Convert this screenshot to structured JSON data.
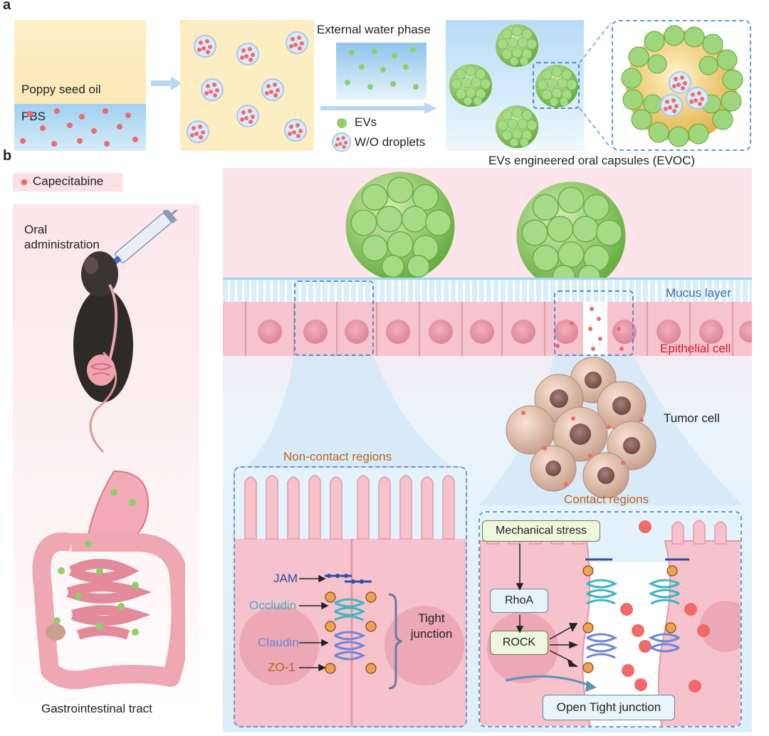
{
  "panel_a": {
    "letter": "a",
    "oil_label": "Poppy seed oil",
    "pbs_label": "PBS",
    "external_water_label": "External water phase",
    "legend_evs": "EVs",
    "legend_wo": "W/O droplets",
    "evoc_caption": "EVs engineered oral capsules (EVOC)"
  },
  "panel_b": {
    "letter": "b",
    "capecitabine_legend": "Capecitabine",
    "oral_admin": "Oral administration",
    "gi_tract": "Gastrointestinal tract",
    "mucus_layer": "Mucus layer",
    "epithelial_cell": "Epithelial cell",
    "tumor_cell": "Tumor  cell",
    "non_contact": "Non-contact regions",
    "contact": "Contact regions",
    "jam": "JAM",
    "occludin": "Occludin",
    "claudin": "Claudin",
    "zo1": "ZO-1",
    "tight_junction": "Tight junction",
    "mechanical_stress": "Mechanical stress",
    "rhoa": "RhoA",
    "rock": "ROCK",
    "open_tj": "Open Tight junction"
  },
  "colors": {
    "oil": "#fbe8b8",
    "pbs": "#bfe0f5",
    "ev_green": "#8fcf6a",
    "drug_red": "#ef6b6b",
    "epithelium": "#f4b8c2",
    "mucus": "#cfe9f8",
    "occludin": "#3bb6c5",
    "claudin": "#6f86d8",
    "zo1": "#f0a050",
    "non_contact_label": "#c0641c",
    "epithelial_label": "#d0202a",
    "mucus_label": "#3f6fb0"
  }
}
